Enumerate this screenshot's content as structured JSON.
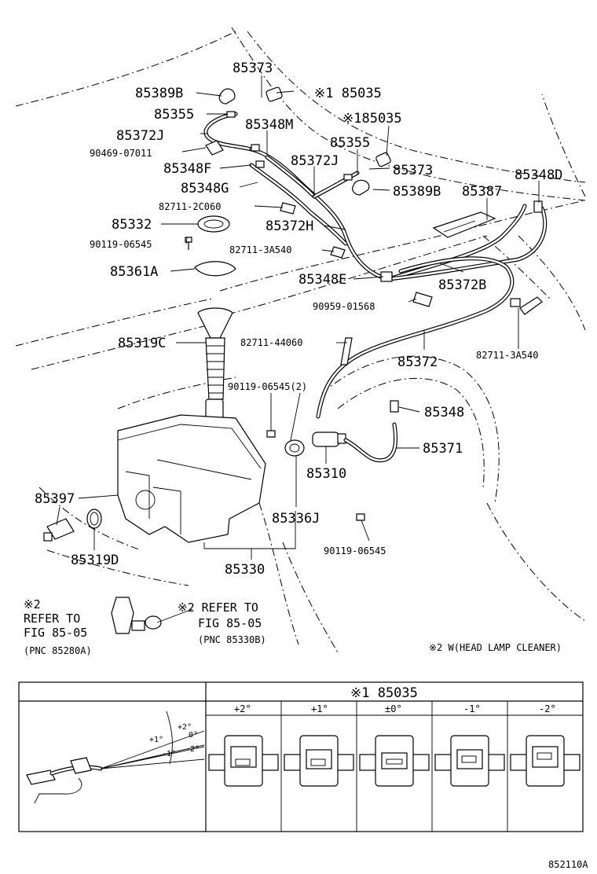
{
  "labels": {
    "p85373_top": "85373",
    "p85389b_top": "85389B",
    "p85035_a": "※1 85035",
    "p85355_top": "85355",
    "p85372j_left": "85372J",
    "p85348m": "85348M",
    "p85035_b": "※185035",
    "p90469": "90469-07011",
    "p85355_mid": "85355",
    "p85348f": "85348F",
    "p85372j_mid": "85372J",
    "p85373_mid": "85373",
    "p85348d": "85348D",
    "p85348g": "85348G",
    "p85389b_mid": "85389B",
    "p85387": "85387",
    "p82711_2c060": "82711-2C060",
    "p85332": "85332",
    "p85372h": "85372H",
    "p90119_a": "90119-06545",
    "p82711_3a540_a": "82711-3A540",
    "p85361a": "85361A",
    "p85348e": "85348E",
    "p85372b": "85372B",
    "p90959": "90959-01568",
    "p85319c": "85319C",
    "p82711_44060": "82711-44060",
    "p85372": "85372",
    "p82711_3a540_b": "82711-3A540",
    "p90119_2": "90119-06545(2)",
    "p85348": "85348",
    "p85371": "85371",
    "p85310": "85310",
    "p85397": "85397",
    "p85336j": "85336J",
    "p90119_b": "90119-06545",
    "p85319d": "85319D",
    "p85330": "85330"
  },
  "notes": {
    "mark_left": "※2",
    "refer_left_1": "REFER TO",
    "refer_left_2": "FIG 85-05",
    "refer_left_3": "(PNC 85280A)",
    "refer_right_1": "※2 REFER TO",
    "refer_right_2": "FIG 85-05",
    "refer_right_3": "(PNC 85330B)",
    "footnote": "※2 W(HEAD LAMP CLEANER)"
  },
  "table": {
    "header": "※1 85035",
    "columns": [
      "+2°",
      "+1°",
      "±0°",
      "-1°",
      "-2°"
    ],
    "angle_labels": [
      "+2°",
      "+1°",
      "0°",
      "-1°",
      "-2°"
    ]
  },
  "figure_code": "852110A"
}
